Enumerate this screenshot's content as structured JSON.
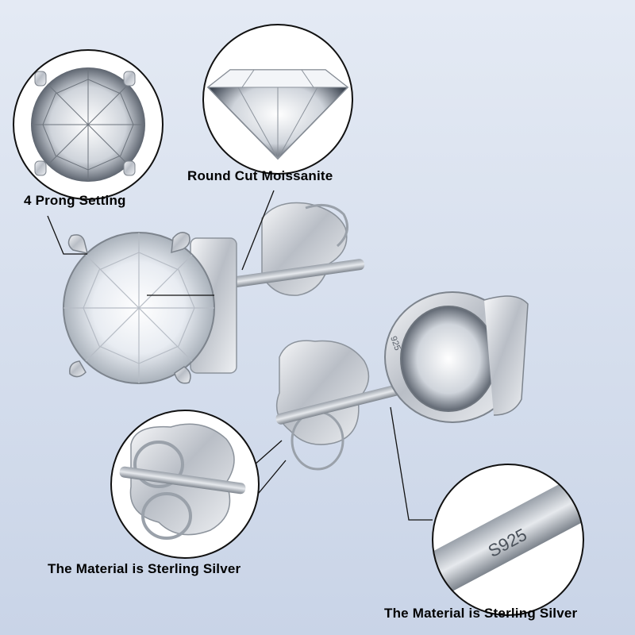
{
  "labels": {
    "prong_setting": "4 Prong Setting",
    "round_cut": "Round Cut Moissanite",
    "material_left": "The Material is Sterling Silver",
    "material_right": "The Material is Sterling Silver"
  },
  "stamps": {
    "post_stamp": "S925",
    "setting_stamp": "925"
  },
  "colors": {
    "background_top": "#dfe6f2",
    "background_bottom": "#c8d3e6",
    "silver": "#d4d8de",
    "silver_dark": "#8c939c",
    "circle_stroke": "#111111"
  }
}
